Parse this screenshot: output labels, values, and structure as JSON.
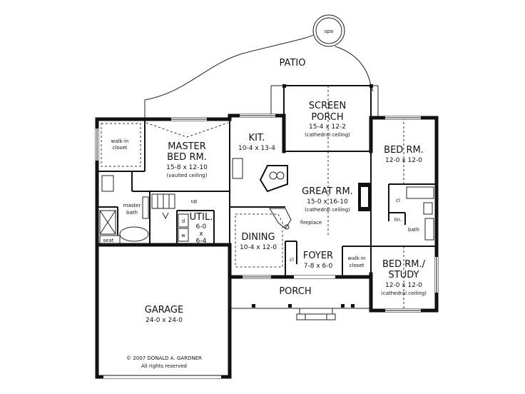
{
  "rooms": {
    "patio": {
      "name": "PATIO"
    },
    "spa": {
      "name": "spa"
    },
    "screen_porch": {
      "name_1": "SCREEN",
      "name_2": "PORCH",
      "dims": "15-4 x 12-2",
      "note": "(cathedral ceiling)"
    },
    "kitchen": {
      "name": "KIT.",
      "dims": "10-4 x 13-4"
    },
    "master_bed": {
      "name_1": "MASTER",
      "name_2": "BED RM.",
      "dims": "15-8 x 12-10",
      "note": "(vaulted ceiling)"
    },
    "walk_in_closet_master": {
      "line_1": "walk-in",
      "line_2": "closet"
    },
    "master_bath": {
      "line_1": "master",
      "line_2": "bath"
    },
    "seat": {
      "name": "seat"
    },
    "stairs_up": {
      "name": "up"
    },
    "util": {
      "name": "UTIL.",
      "dims_1": "6-0",
      "dims_x": "x",
      "dims_2": "6-4"
    },
    "washer": {
      "name": "w"
    },
    "dryer": {
      "name": "d"
    },
    "great_room": {
      "name": "GREAT RM.",
      "dims": "15-0 x 16-10",
      "note": "(cathedral ceiling)"
    },
    "fireplace": {
      "name": "fireplace"
    },
    "bed_rm": {
      "name": "BED RM.",
      "dims": "12-0 x 12-0"
    },
    "bath": {
      "name": "bath"
    },
    "closet_cl": {
      "name": "cl"
    },
    "linen": {
      "name": "lin."
    },
    "dining": {
      "name": "DINING",
      "dims": "10-4 x 12-0"
    },
    "foyer": {
      "name": "FOYER",
      "dims": "7-8 x 6-0"
    },
    "foyer_closet": {
      "name": "cl"
    },
    "walk_in_closet_study": {
      "line_1": "walk-in",
      "line_2": "closet"
    },
    "study": {
      "name_1": "BED RM./",
      "name_2": "STUDY",
      "dims": "12-0 x 12-0",
      "note": "(cathedral ceiling)"
    },
    "porch": {
      "name": "PORCH"
    },
    "garage": {
      "name": "GARAGE",
      "dims": "24-0 x 24-0"
    }
  },
  "credits": {
    "copyright": "© 2007 DONALD A. GARDNER",
    "rights": "All rights reserved"
  }
}
